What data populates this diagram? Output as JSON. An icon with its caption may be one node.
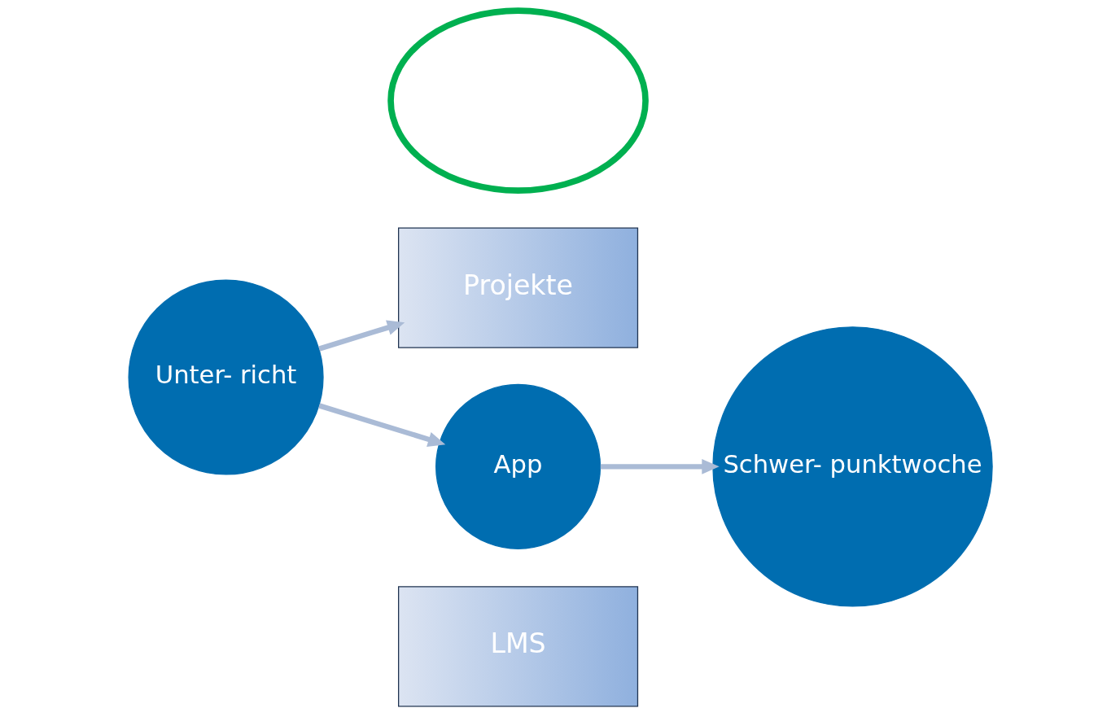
{
  "diagram": {
    "nodes": [
      {
        "text": [
          "LMS"
        ]
      },
      {
        "text": [
          "Projekte"
        ]
      },
      {
        "text": [],
        "shape": "ellipse"
      },
      {
        "text": [
          "App"
        ]
      },
      {
        "text": [
          "Unter- richt"
        ]
      },
      {
        "text": [
          "Schwer- punktwoche"
        ]
      }
    ],
    "edges": [
      {
        "from": 4,
        "to": 3,
        "arrow": "to"
      },
      {
        "from": 4,
        "to": 1,
        "arrow": "to"
      },
      {
        "from": 3,
        "to": 5,
        "arrow": "to"
      }
    ]
  }
}
